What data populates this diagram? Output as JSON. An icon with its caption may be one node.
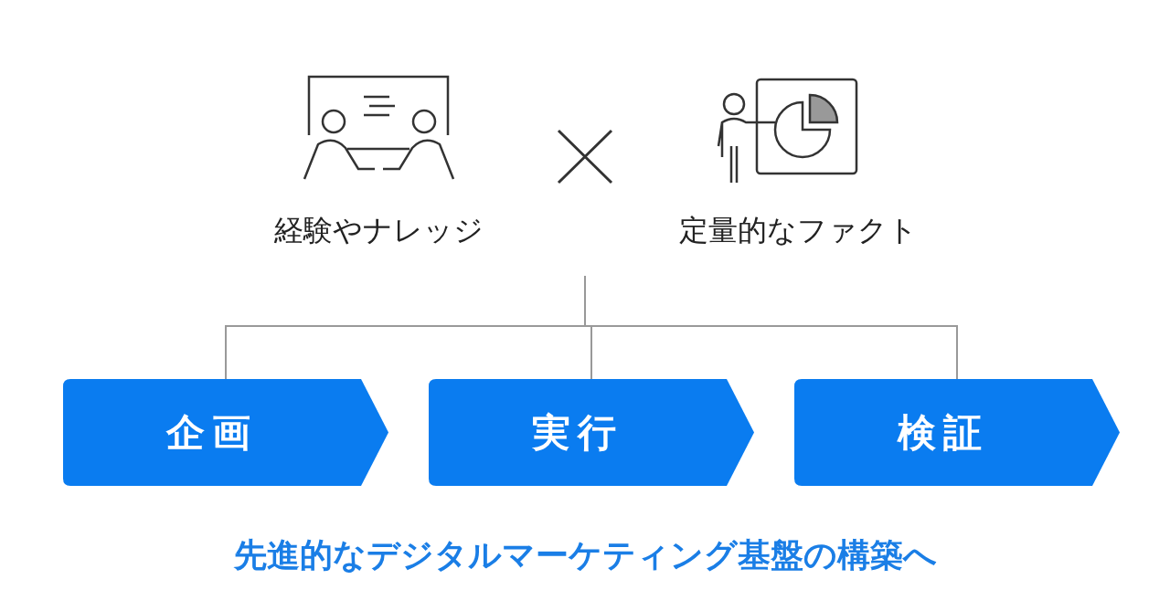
{
  "diagram": {
    "nodes": [
      {
        "text": [
          "経験やナレッジ"
        ]
      },
      {
        "text": [
          "定量的なファクト"
        ]
      },
      {
        "text": [
          "企画"
        ]
      },
      {
        "text": [
          "実行"
        ]
      },
      {
        "text": [
          "検証"
        ]
      }
    ],
    "edges": [
      {
        "from": null,
        "to": 2,
        "arrow": "none"
      },
      {
        "from": null,
        "to": 3,
        "arrow": "none"
      },
      {
        "from": null,
        "to": 4,
        "arrow": "none"
      }
    ],
    "labels": [
      "先進的なデジタルマーケティング基盤の構築へ"
    ]
  }
}
